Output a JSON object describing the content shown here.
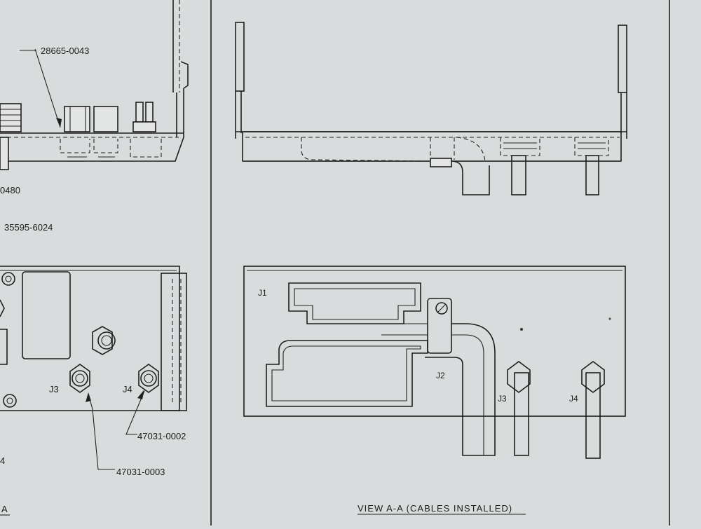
{
  "left_panel": {
    "part_top": "28665-0043",
    "part_0480": "0480",
    "part_mid": "35595-6024",
    "label_j3": "J3",
    "label_j4": "J4",
    "part_j4": "47031-0002",
    "part_j3": "47031-0003",
    "edge_4": "4",
    "edge_a": "A"
  },
  "right_panel": {
    "label_j1": "J1",
    "label_j2": "J2",
    "label_j3": "J3",
    "label_j4": "J4",
    "view_caption": "VIEW A-A (CABLES INSTALLED)"
  },
  "colors": {
    "paper": "#d9dcdc",
    "ink": "#1f1f1f"
  }
}
